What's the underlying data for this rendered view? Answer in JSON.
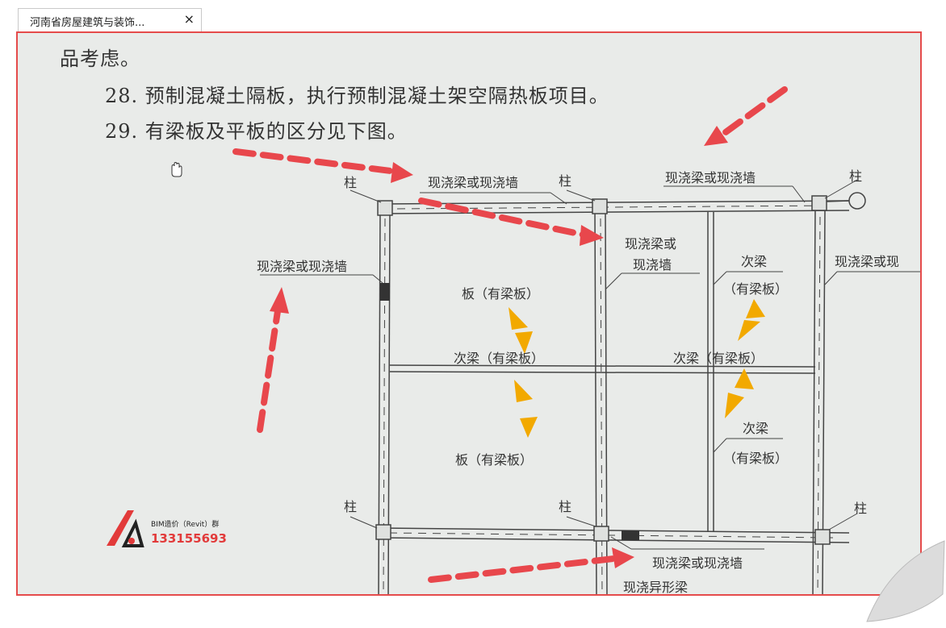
{
  "tab": {
    "title": "河南省房屋建筑与装饰...",
    "close_glyph": "×"
  },
  "document": {
    "line_top": "品考虑。",
    "line_28": "28. 预制混凝土隔板，执行预制混凝土架空隔热板项目。",
    "line_29": "29. 有梁板及平板的区分见下图。"
  },
  "diagram_labels": {
    "col_1": "柱",
    "col_2": "柱",
    "col_3": "柱",
    "col_4": "柱",
    "col_5": "柱",
    "col_6": "柱",
    "beam_top_mid": "现浇梁或现浇墙",
    "beam_top_right": "现浇梁或现浇墙",
    "beam_left": "现浇梁或现浇墙",
    "beam_center_line1": "现浇梁或",
    "beam_center_line2": "现浇墙",
    "beam_right_edge": "现浇梁或现",
    "sec_beam_right_top": "次梁",
    "slab_right_top": "（有梁板）",
    "slab_left_top": "板（有梁板）",
    "sec_beam_left_mid": "次梁（有梁板）",
    "sec_beam_right_mid": "次梁（有梁板）",
    "sec_beam_right_low": "次梁",
    "slab_right_low": "（有梁板）",
    "slab_left_low": "板（有梁板）",
    "beam_bottom": "现浇梁或现浇墙",
    "beam_special": "现浇异形梁"
  },
  "watermark": {
    "line1": "BIM造价（Revit）群",
    "number": "133155693"
  },
  "colors": {
    "arrow_red": "#e8474c",
    "arrow_orange": "#f2a900",
    "frame_red": "#e54b4b",
    "paper": "#e9ebe9"
  },
  "icons": [
    "close-icon",
    "hand-cursor-icon",
    "page-curl-icon"
  ]
}
